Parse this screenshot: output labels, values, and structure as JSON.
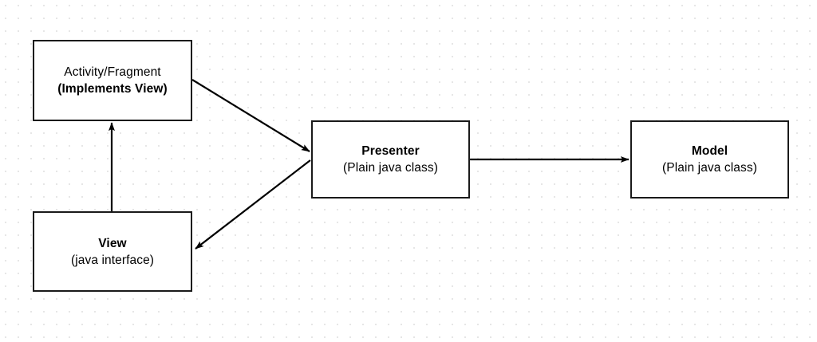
{
  "diagram": {
    "title": "MVP architecture diagram",
    "background_color": "#ffffff",
    "grid_dot_color": "#e6e6e6",
    "stroke_color": "#1a1a1a",
    "nodes": [
      {
        "id": "activity",
        "line1": "Activity/Fragment",
        "line2": "(Implements View)",
        "line1_bold": false,
        "line2_bold": true
      },
      {
        "id": "view",
        "line1": "View",
        "line2": "(java interface)",
        "line1_bold": true,
        "line2_bold": false
      },
      {
        "id": "presenter",
        "line1": "Presenter",
        "line2": "(Plain java class)",
        "line1_bold": true,
        "line2_bold": false
      },
      {
        "id": "model",
        "line1": "Model",
        "line2": "(Plain java class)",
        "line1_bold": true,
        "line2_bold": false
      }
    ],
    "edges": [
      {
        "id": "activity-to-presenter",
        "from": "activity",
        "to": "presenter",
        "label": ""
      },
      {
        "id": "presenter-to-view",
        "from": "presenter",
        "to": "view",
        "label": ""
      },
      {
        "id": "view-to-activity",
        "from": "view",
        "to": "activity",
        "label": ""
      },
      {
        "id": "presenter-to-model",
        "from": "presenter",
        "to": "model",
        "label": ""
      }
    ]
  }
}
